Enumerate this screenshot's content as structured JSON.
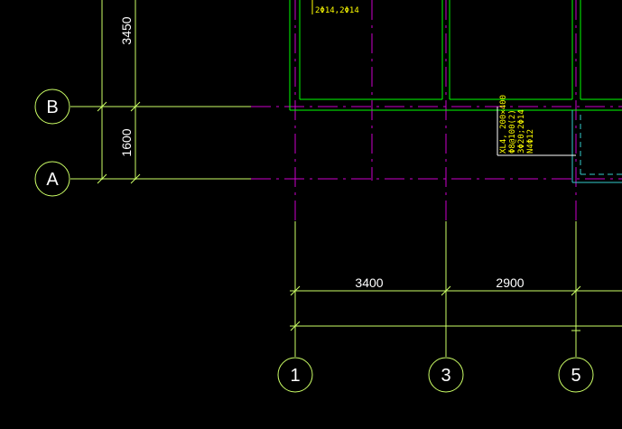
{
  "grid": {
    "rows": [
      {
        "id": "B"
      },
      {
        "id": "A"
      }
    ],
    "columns": [
      {
        "id": "1"
      },
      {
        "id": "3"
      },
      {
        "id": "5"
      }
    ]
  },
  "dimensions": {
    "vertical": [
      {
        "text": "3450"
      },
      {
        "text": "1600"
      }
    ],
    "horizontal": [
      {
        "text": "3400"
      },
      {
        "text": "2900"
      }
    ]
  },
  "annotations": {
    "top_rebar": "2Φ14,2Φ14",
    "beam_lines": [
      "XL4, 200×400",
      "Φ8@100(2)",
      "3Φ20;2Φ14",
      "N4Φ12"
    ]
  },
  "colors": {
    "background": "#000000",
    "wall": "#00ff00",
    "grid_line": "#cc00cc",
    "dim_line": "#ccff66",
    "text": "#ffffff",
    "annotation": "#ffff00",
    "cyan": "#33cccc"
  }
}
